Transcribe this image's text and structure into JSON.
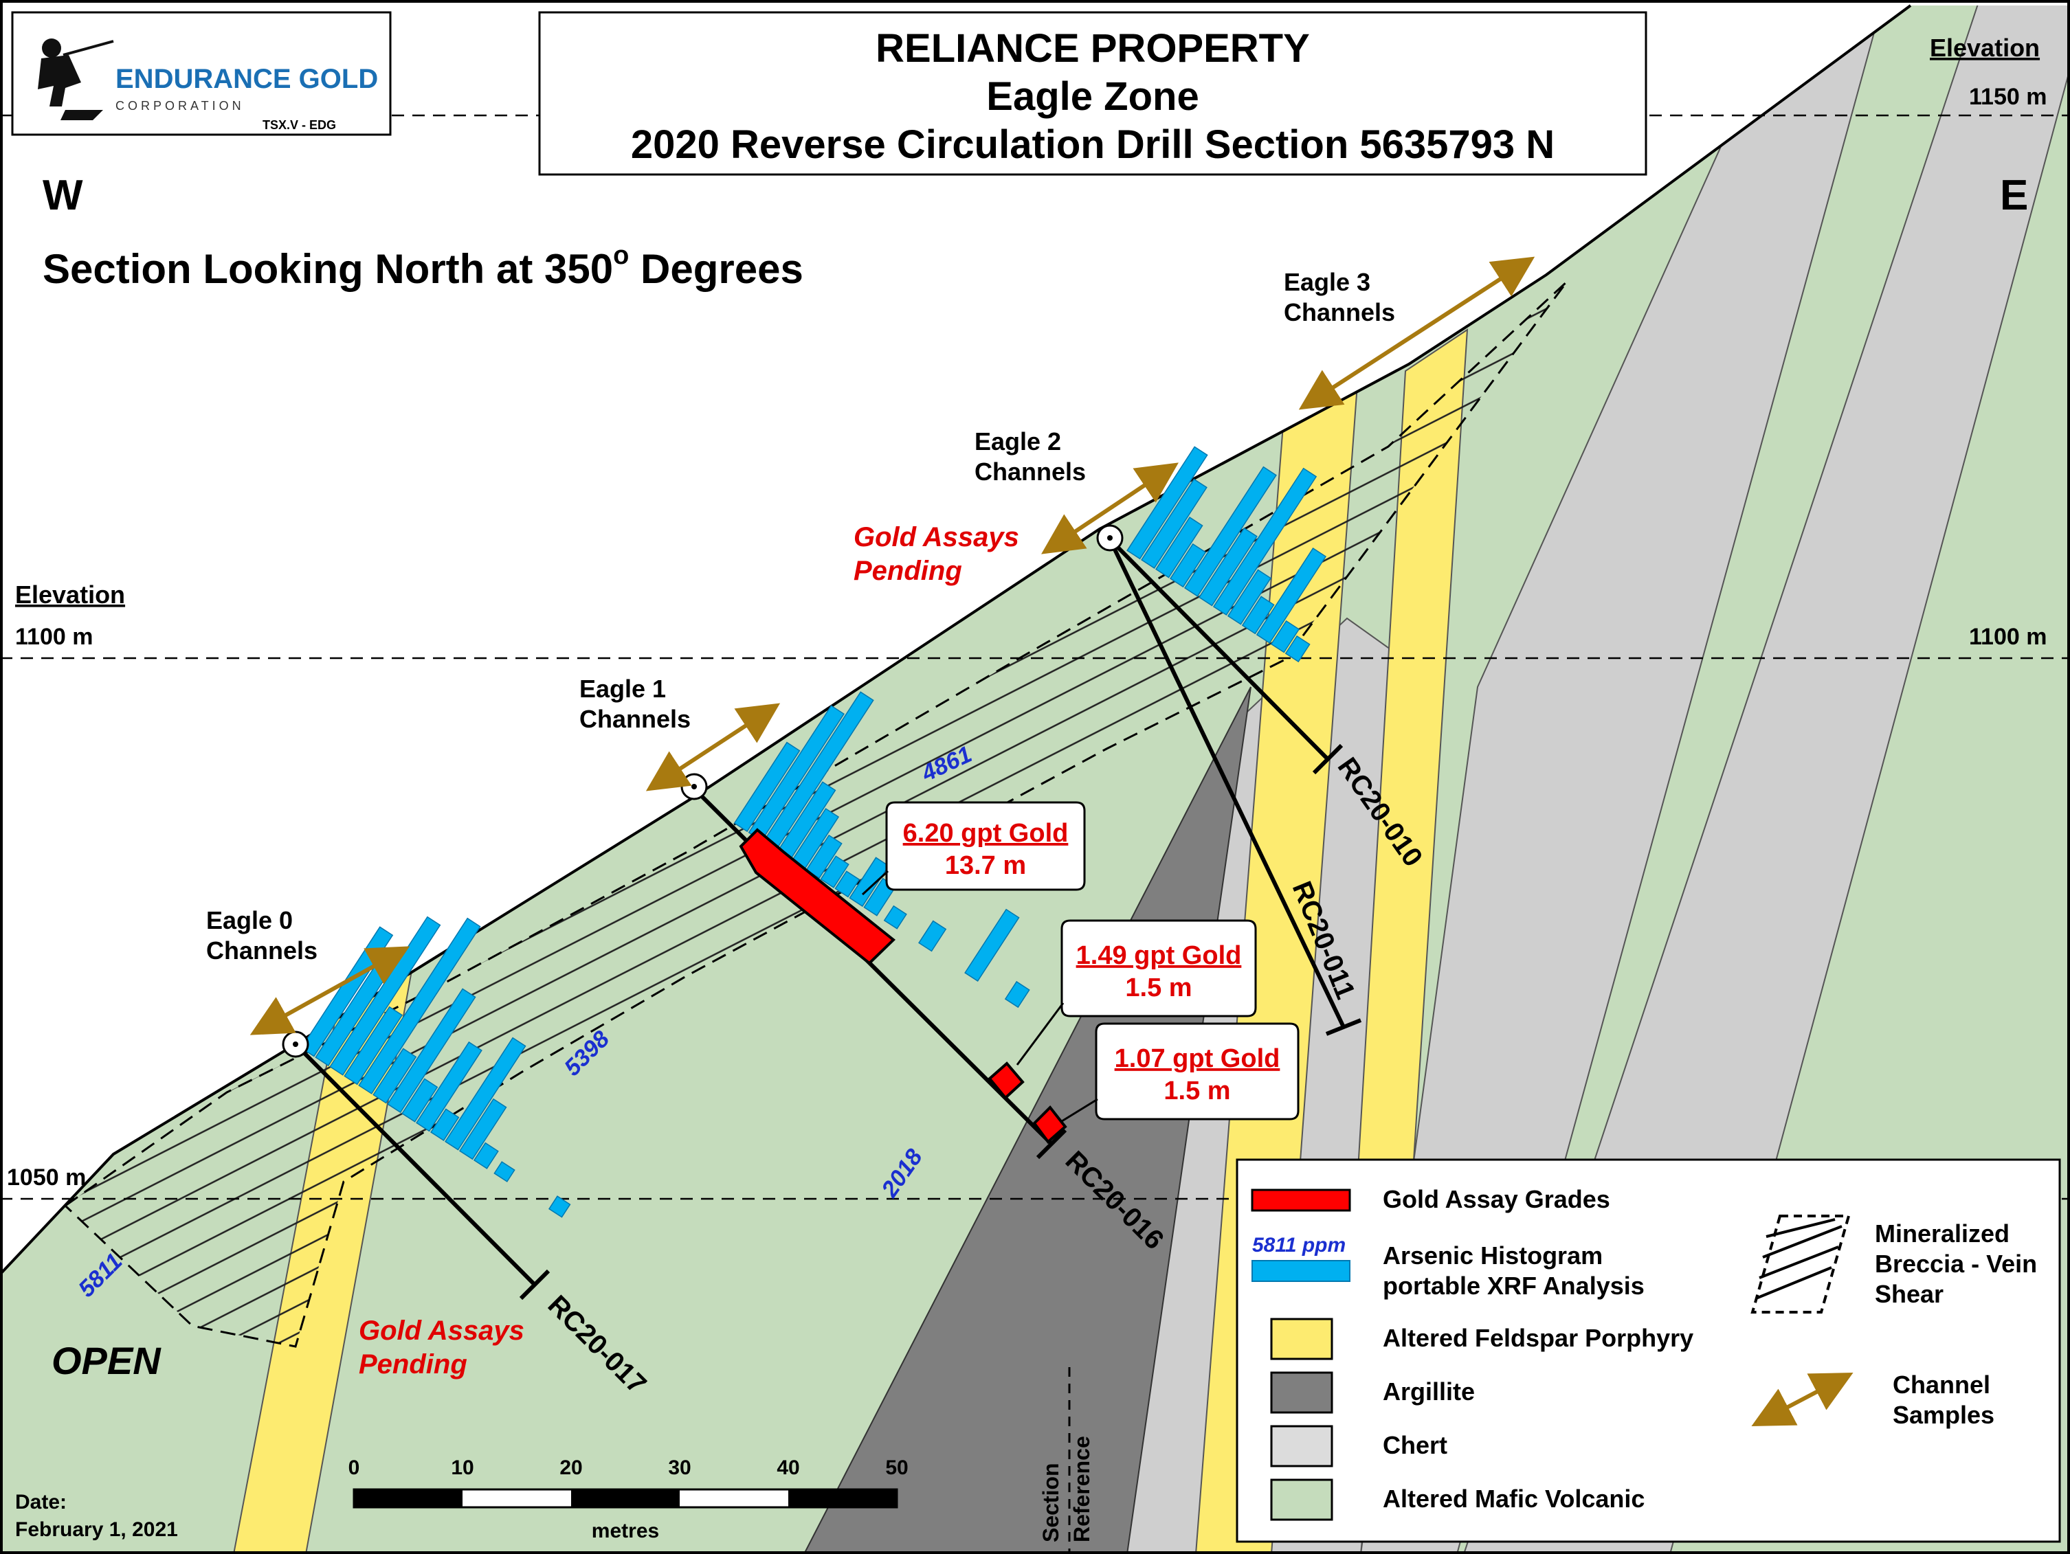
{
  "title": {
    "line1": "RELIANCE PROPERTY",
    "line2": "Eagle Zone",
    "line3": "2020 Reverse Circulation Drill Section 5635793 N"
  },
  "logo": {
    "name": "ENDURANCE GOLD",
    "sub": "CORPORATION",
    "ticker": "TSX.V - EDG"
  },
  "orientation": {
    "west": "W",
    "east": "E",
    "section_note": "Section Looking North at 350",
    "degree_sup": "o",
    "degrees_word": "Degrees"
  },
  "elevation": {
    "label": "Elevation",
    "e1150": "1150 m",
    "e1100": "1100 m",
    "e1050": "1050 m"
  },
  "channels": {
    "eagle0": [
      "Eagle 0",
      "Channels"
    ],
    "eagle1": [
      "Eagle 1",
      "Channels"
    ],
    "eagle2": [
      "Eagle 2",
      "Channels"
    ],
    "eagle3": [
      "Eagle 3",
      "Channels"
    ]
  },
  "pending": [
    "Gold Assays",
    "Pending"
  ],
  "holes": [
    "RC20-017",
    "RC20-016",
    "RC20-011",
    "RC20-010"
  ],
  "arsenic_values": [
    "5811",
    "5398",
    "4861",
    "2018"
  ],
  "callouts": [
    {
      "grade": "6.20 gpt Gold",
      "length": "13.7 m"
    },
    {
      "grade": "1.49 gpt Gold",
      "length": "1.5 m"
    },
    {
      "grade": "1.07 gpt Gold",
      "length": "1.5 m"
    }
  ],
  "open_label": "OPEN",
  "scale": {
    "ticks": [
      "0",
      "10",
      "20",
      "30",
      "40",
      "50"
    ],
    "unit": "metres"
  },
  "date": {
    "label": "Date:",
    "value": "February 1, 2021"
  },
  "section_reference": [
    "Section",
    "Reference"
  ],
  "legend": {
    "gold": "Gold Assay Grades",
    "arsenic_sample": "5811 ppm",
    "arsenic1": "Arsenic Histogram",
    "arsenic2": "portable XRF Analysis",
    "porphyry": "Altered Feldspar Porphyry",
    "argillite": "Argillite",
    "chert": "Chert",
    "mafic": "Altered Mafic Volcanic",
    "breccia": [
      "Mineralized",
      "Breccia - Vein",
      "Shear"
    ],
    "channel": [
      "Channel",
      "Samples"
    ]
  },
  "colors": {
    "mafic": "#c5dcbc",
    "chert": "#cfcfcf",
    "argillite": "#7f7f7f",
    "porphyry": "#fdeb70",
    "gold": "#ff0000",
    "arsenic": "#00b0f0",
    "arrow": "#a87a10",
    "pending": "#e00000",
    "logo_blue": "#1a6fb4",
    "logo_gold": "#f0a020"
  }
}
